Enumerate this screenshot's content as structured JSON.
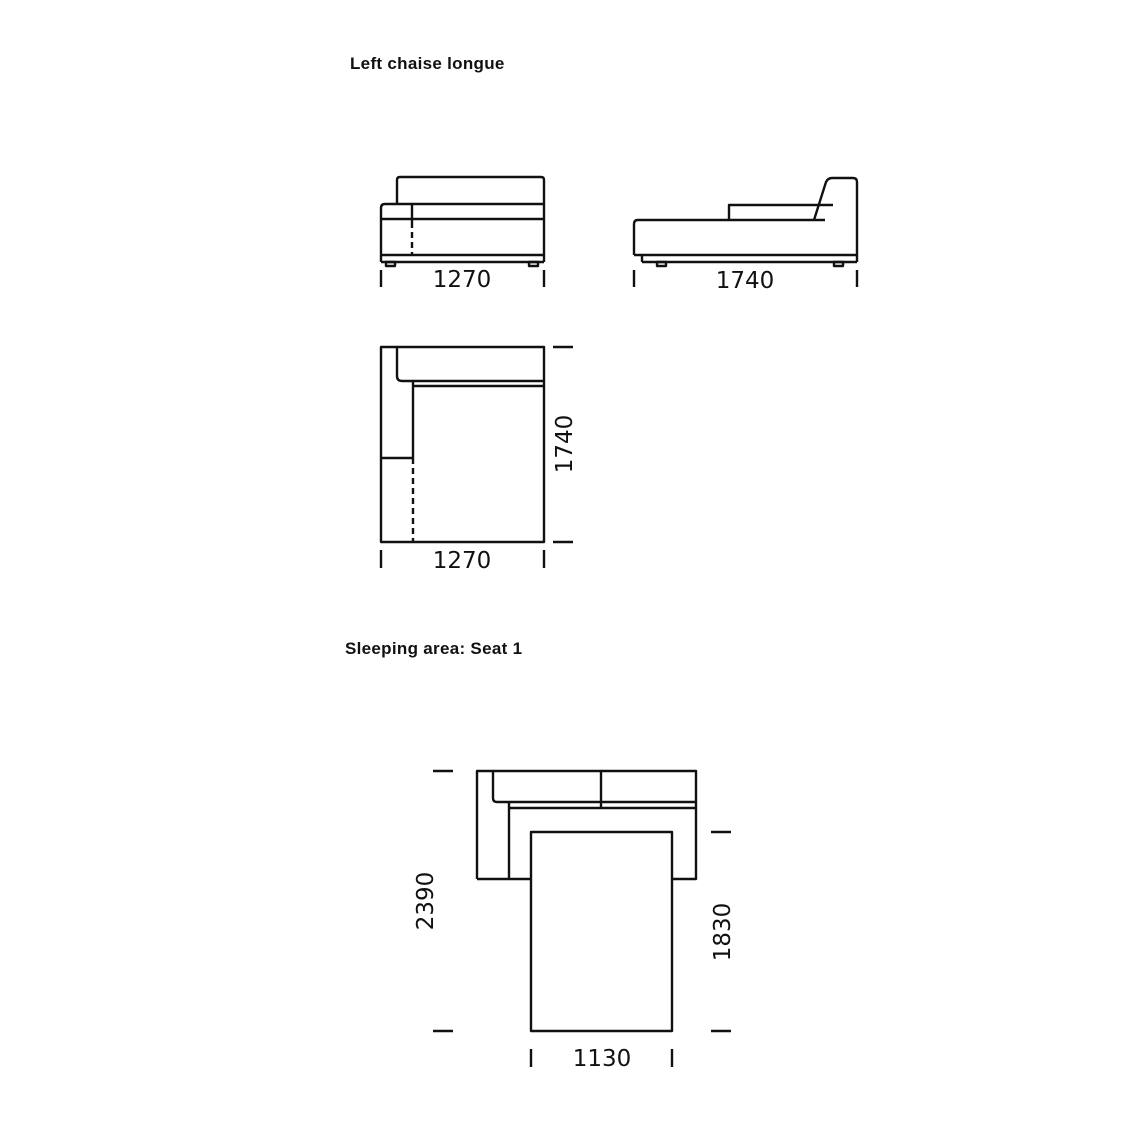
{
  "headings": {
    "module": "Left chaise longue",
    "sleeping": "Sleeping area:  Seat 1"
  },
  "views": {
    "front": {
      "name": "front-elevation",
      "width_label": "1270"
    },
    "side": {
      "name": "side-elevation",
      "width_label": "1740"
    },
    "plan": {
      "name": "top-plan",
      "width_label": "1270",
      "depth_label": "1740"
    },
    "sleeping_plan": {
      "name": "sleeping-area-plan",
      "overall_depth_label": "2390",
      "bed_length_label": "1830",
      "bed_width_label": "1130"
    }
  },
  "units": "mm",
  "colors": {
    "line": "#111111",
    "background": "#ffffff"
  }
}
